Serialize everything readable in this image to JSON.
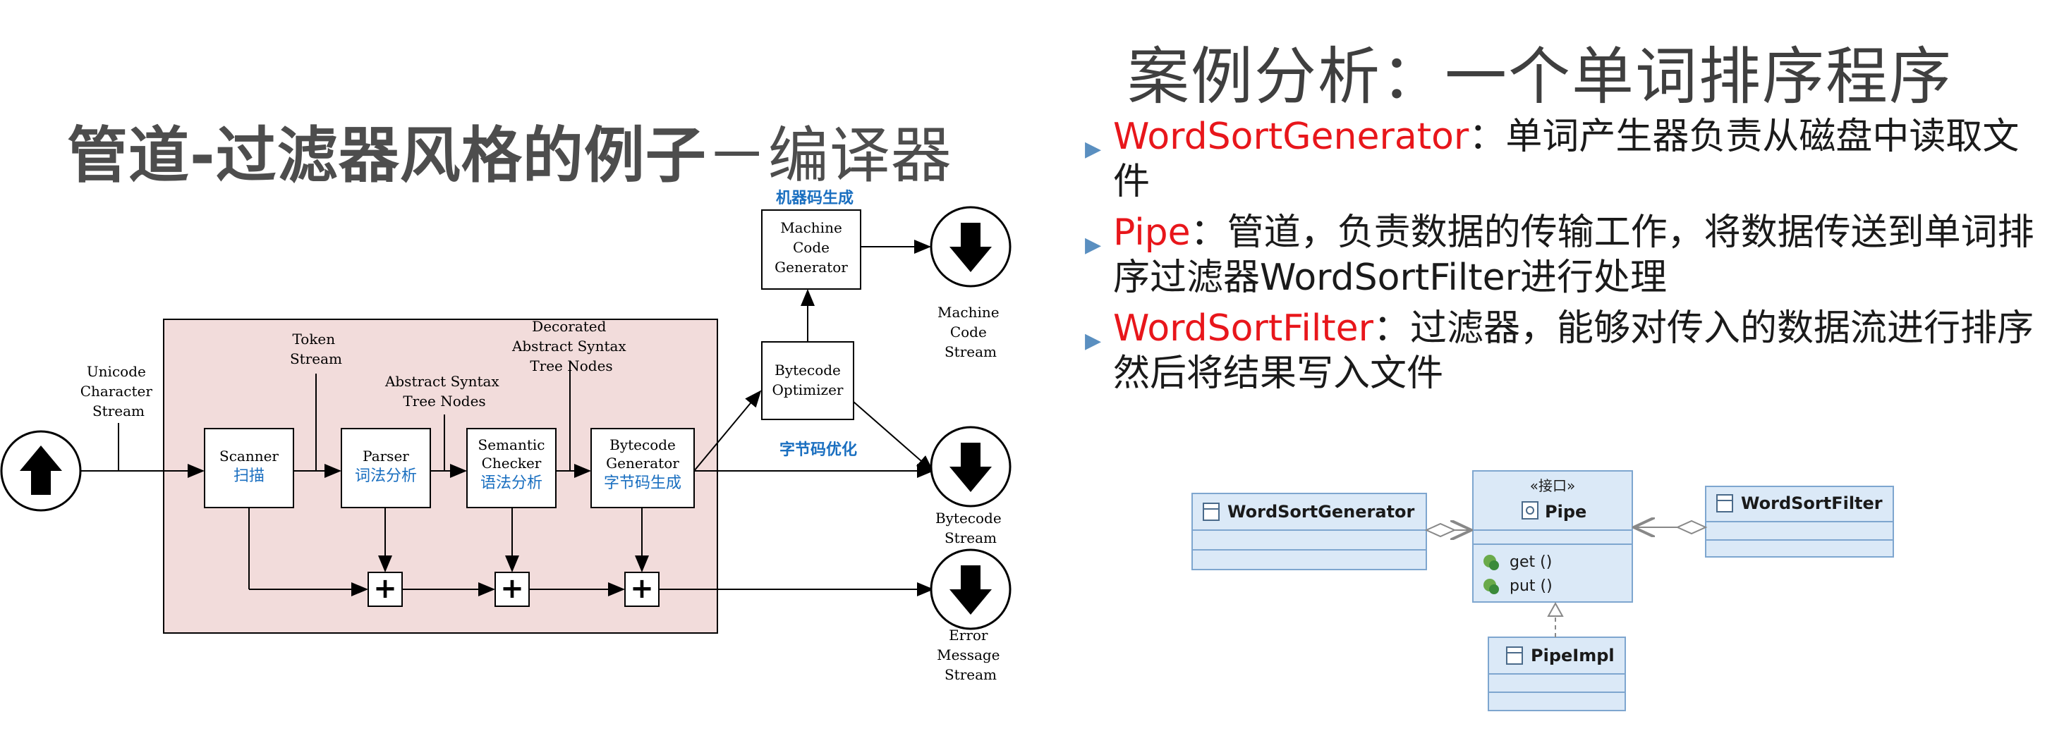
{
  "left_title": {
    "main": "管道-过滤器风格的例子",
    "sub": "－编译器"
  },
  "right_title": "案例分析：一个单词排序程序",
  "compiler": {
    "unicode_label": [
      "Unicode",
      "Character",
      "Stream"
    ],
    "token_label": [
      "Token",
      "Stream"
    ],
    "ast_label": [
      "Abstract Syntax",
      "Tree Nodes"
    ],
    "decorated_label": [
      "Decorated",
      "Abstract Syntax",
      "Tree Nodes"
    ],
    "scanner": {
      "name": "Scanner",
      "cn": "扫描"
    },
    "parser": {
      "name": "Parser",
      "cn": "词法分析"
    },
    "semantic": {
      "name1": "Semantic",
      "name2": "Checker",
      "cn": "语法分析"
    },
    "bytecode_gen": {
      "name1": "Bytecode",
      "name2": "Generator",
      "cn": "字节码生成"
    },
    "optimizer": {
      "name1": "Bytecode",
      "name2": "Optimizer"
    },
    "optimize_cn": "字节码优化",
    "machine_gen": {
      "name1": "Machine",
      "name2": "Code",
      "name3": "Generator"
    },
    "machine_cn": "机器码生成",
    "machine_stream": [
      "Machine",
      "Code",
      "Stream"
    ],
    "bytecode_stream": [
      "Bytecode",
      "Stream"
    ],
    "error_stream": [
      "Error",
      "Message",
      "Stream"
    ],
    "plus": "+"
  },
  "bullets": [
    {
      "keyword": "WordSortGenerator",
      "text": "：单词产生器负责从磁盘中读取文件"
    },
    {
      "keyword": "Pipe",
      "text": "：管道，负责数据的传输工作，将数据传送到单词排序过滤器WordSortFilter进行处理"
    },
    {
      "keyword": "WordSortFilter",
      "text": "：过滤器，能够对传入的数据流进行排序然后将结果写入文件"
    }
  ],
  "uml": {
    "generator": "WordSortGenerator",
    "pipe_stereotype": "«接口»",
    "pipe": "Pipe",
    "get": "get ()",
    "put": "put ()",
    "filter": "WordSortFilter",
    "impl": "PipeImpl"
  },
  "colors": {
    "keyword": "#e8161b",
    "cn_label": "#1a6fc0",
    "container": "#f2dcdb",
    "uml_fill": "#dbe9f7",
    "uml_border": "#7ea6cf"
  }
}
